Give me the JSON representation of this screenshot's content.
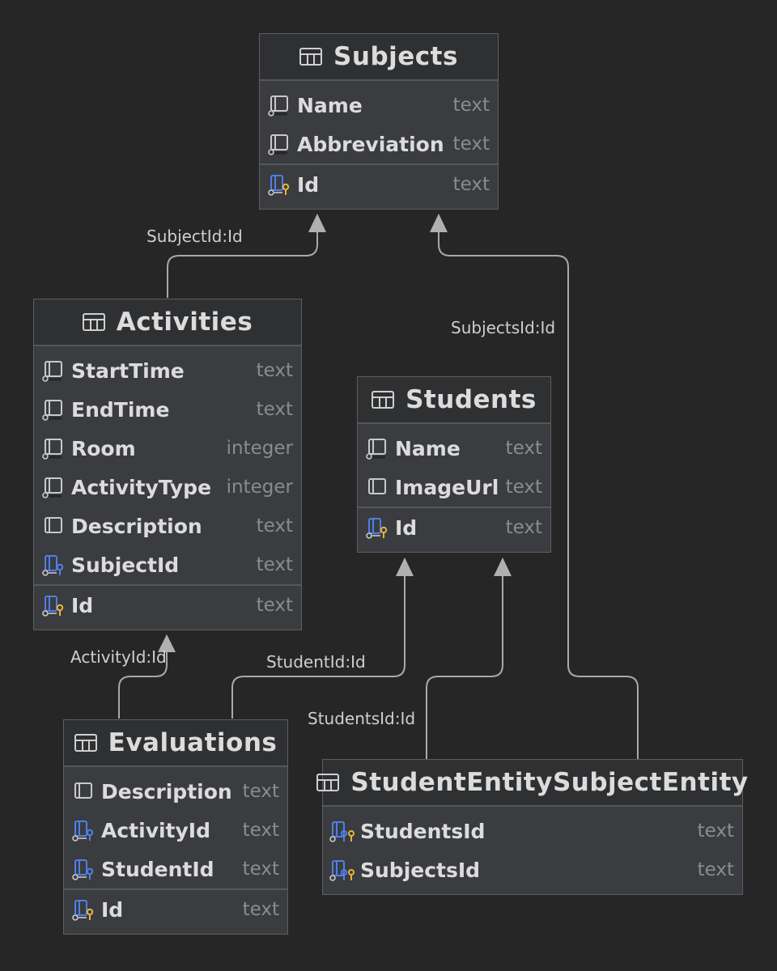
{
  "tables": {
    "subjects": {
      "title": "Subjects",
      "columns": [
        {
          "name": "Name",
          "type": "text",
          "icon": "column-icon"
        },
        {
          "name": "Abbreviation",
          "type": "text",
          "icon": "column-icon"
        }
      ],
      "keys": [
        {
          "name": "Id",
          "type": "text",
          "icon": "primary-key-icon"
        }
      ]
    },
    "activities": {
      "title": "Activities",
      "columns": [
        {
          "name": "StartTime",
          "type": "text",
          "icon": "column-icon"
        },
        {
          "name": "EndTime",
          "type": "text",
          "icon": "column-icon"
        },
        {
          "name": "Room",
          "type": "integer",
          "icon": "column-icon"
        },
        {
          "name": "ActivityType",
          "type": "integer",
          "icon": "column-icon"
        },
        {
          "name": "Description",
          "type": "text",
          "icon": "nullable-column-icon"
        },
        {
          "name": "SubjectId",
          "type": "text",
          "icon": "foreign-key-icon"
        }
      ],
      "keys": [
        {
          "name": "Id",
          "type": "text",
          "icon": "primary-key-icon"
        }
      ]
    },
    "students": {
      "title": "Students",
      "columns": [
        {
          "name": "Name",
          "type": "text",
          "icon": "column-icon"
        },
        {
          "name": "ImageUrl",
          "type": "text",
          "icon": "nullable-column-icon"
        }
      ],
      "keys": [
        {
          "name": "Id",
          "type": "text",
          "icon": "primary-key-icon"
        }
      ]
    },
    "evaluations": {
      "title": "Evaluations",
      "columns": [
        {
          "name": "Description",
          "type": "text",
          "icon": "nullable-column-icon"
        },
        {
          "name": "ActivityId",
          "type": "text",
          "icon": "foreign-key-icon"
        },
        {
          "name": "StudentId",
          "type": "text",
          "icon": "foreign-key-icon"
        }
      ],
      "keys": [
        {
          "name": "Id",
          "type": "text",
          "icon": "primary-key-icon"
        }
      ]
    },
    "student_subject": {
      "title": "StudentEntitySubjectEntity",
      "columns": [],
      "keys": [
        {
          "name": "StudentsId",
          "type": "text",
          "icon": "primary-foreign-key-icon"
        },
        {
          "name": "SubjectsId",
          "type": "text",
          "icon": "primary-foreign-key-icon"
        }
      ]
    }
  },
  "relations": {
    "activities_subjects": "SubjectId:Id",
    "ses_subjects": "SubjectsId:Id",
    "evaluations_activities": "ActivityId:Id",
    "evaluations_students": "StudentId:Id",
    "ses_students": "StudentsId:Id"
  },
  "colors": {
    "background": "#262626",
    "table_body": "#3a3c3f",
    "table_header": "#2f3032",
    "edge": "#b4b4b4",
    "key_gold": "#e8b33a",
    "fk_blue": "#4f7fe8"
  }
}
